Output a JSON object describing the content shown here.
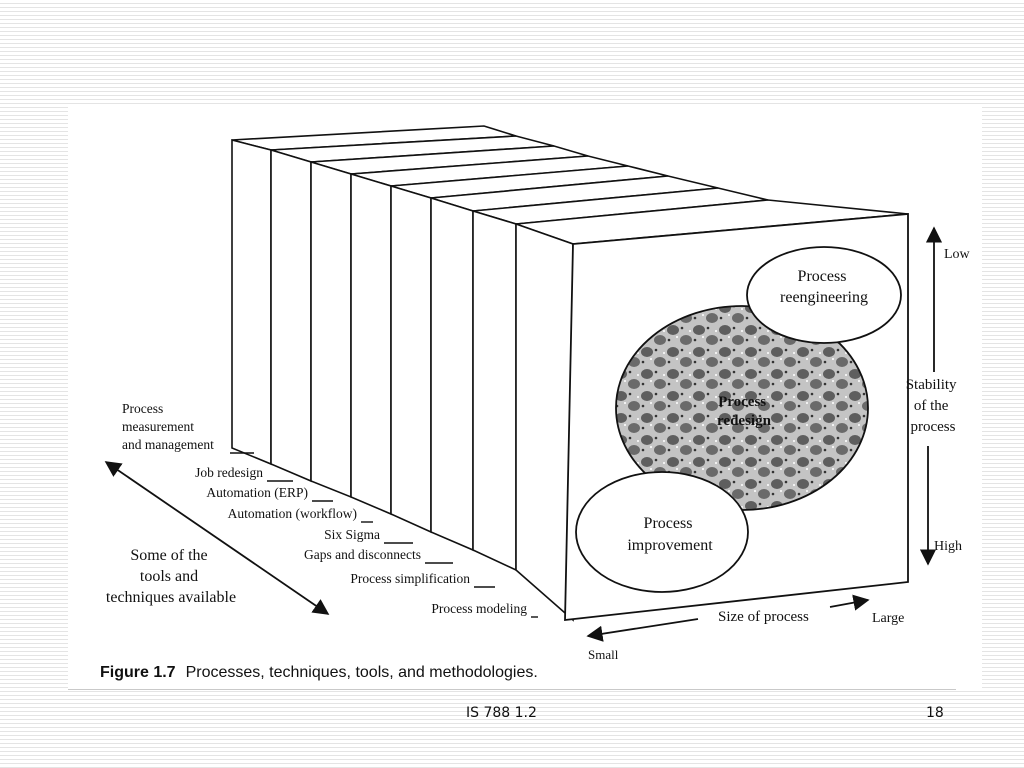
{
  "figure": {
    "caption_label": "Figure 1.7",
    "caption_text": "Processes, techniques, tools, and methodologies."
  },
  "diagram": {
    "tools": [
      [
        "Process",
        "measurement",
        "and management"
      ],
      [
        "Job redesign"
      ],
      [
        "Automation (ERP)"
      ],
      [
        "Automation (workflow)"
      ],
      [
        "Six Sigma"
      ],
      [
        "Gaps and disconnects"
      ],
      [
        "Process simplification"
      ],
      [
        "Process modeling"
      ]
    ],
    "tools_caption": [
      "Some of the",
      "tools and",
      "techniques available"
    ],
    "regions": {
      "reengineering": [
        "Process",
        "reengineering"
      ],
      "redesign": [
        "Process",
        "redesign"
      ],
      "improvement": [
        "Process",
        "improvement"
      ]
    },
    "stability_axis": {
      "low": "Low",
      "label": [
        "Stability",
        "of the",
        "process"
      ],
      "high": "High"
    },
    "size_axis": {
      "label": "Size of process",
      "small": "Small",
      "large": "Large"
    },
    "colors": {
      "line": "#111111",
      "texture_dark": "#5a5a5a",
      "texture_light": "#bcbcbc"
    }
  },
  "footer": {
    "course": "IS 788 1.2",
    "page": "18"
  }
}
